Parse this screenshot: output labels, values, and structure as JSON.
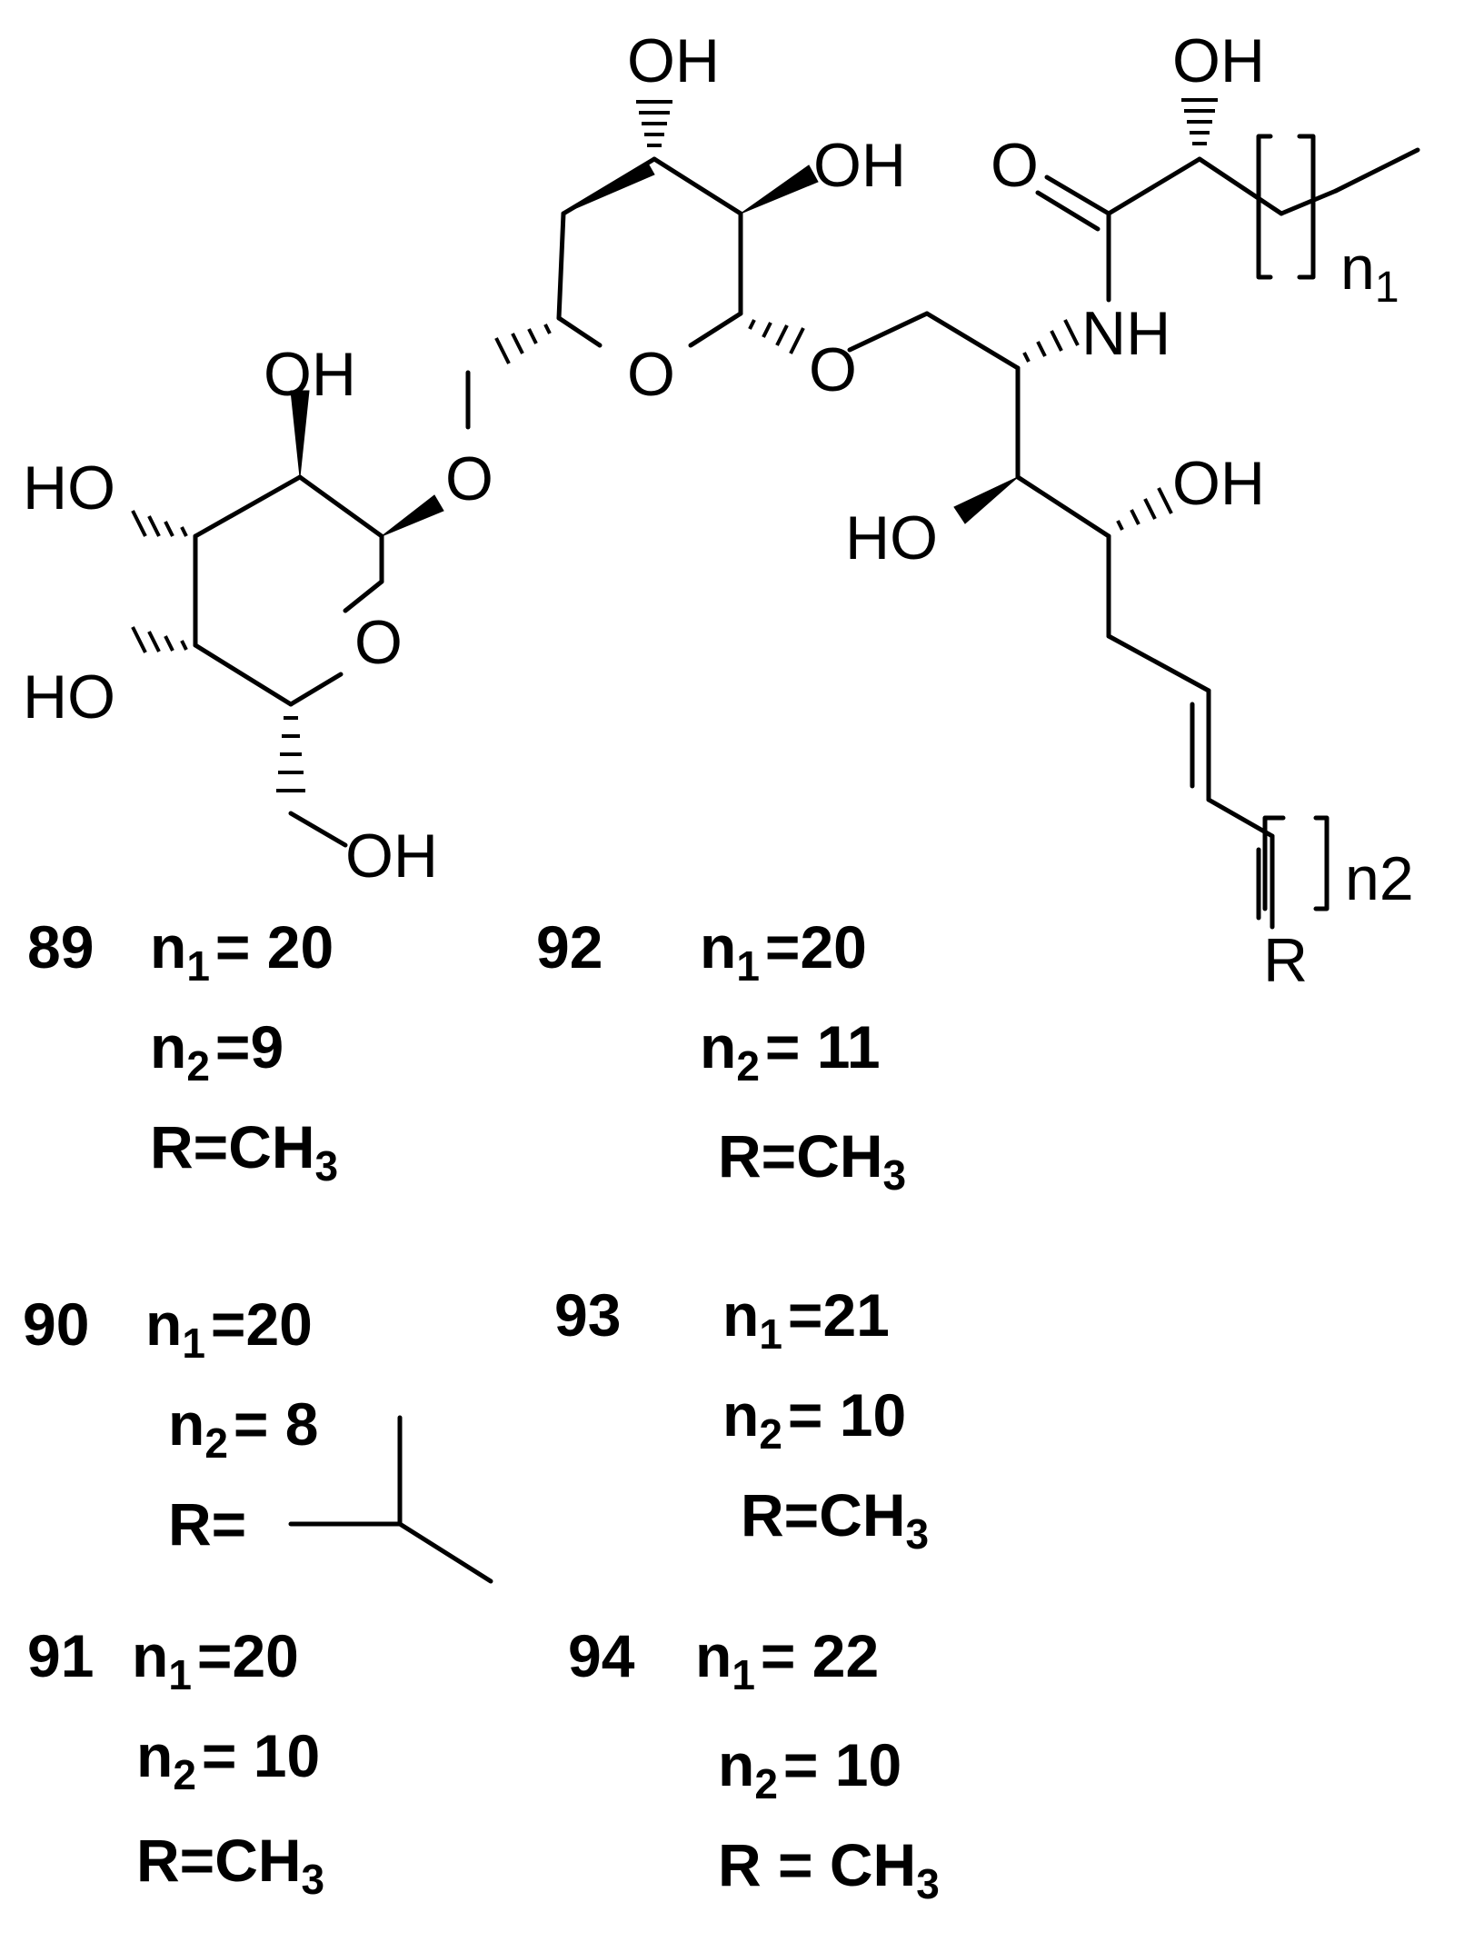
{
  "structure": {
    "atoms": {
      "oh_top_ring1": "OH",
      "oh_right_ring1": "OH",
      "oh_acyl": "OH",
      "carbonyl_o": "O",
      "amide_nh": "NH",
      "repeat_n1": "n",
      "repeat_n1_sub": "1",
      "ring1_o": "O",
      "glycosidic_o": "O",
      "oh_top_ring2": "OH",
      "linker_o": "O",
      "ho_ring2_upper": "HO",
      "ring2_o": "O",
      "ho_ring2_lower": "HO",
      "ch2oh_oh": "OH",
      "oh_chain_right": "OH",
      "ho_chain_left": "HO",
      "repeat_n2": "n2",
      "r_group": "R"
    }
  },
  "compounds": [
    {
      "id": "89",
      "n1": "= 20",
      "n2": "=9",
      "r": "=CH",
      "r_sub": "3"
    },
    {
      "id": "92",
      "n1": "=20",
      "n2": "= 11",
      "r": "=CH",
      "r_sub": "3"
    },
    {
      "id": "90",
      "n1": "=20",
      "n2": "= 8",
      "r": "="
    },
    {
      "id": "93",
      "n1": "=21",
      "n2": "= 10",
      "r": "=CH",
      "r_sub": "3"
    },
    {
      "id": "91",
      "n1": "=20",
      "n2": "= 10",
      "r": "=CH",
      "r_sub": "3"
    },
    {
      "id": "94",
      "n1": "= 22",
      "n2": "= 10",
      "r": " = CH",
      "r_sub": "3"
    }
  ],
  "labels": {
    "n": "n",
    "n1_sub": "1",
    "n2_sub": "2",
    "r": "R"
  }
}
